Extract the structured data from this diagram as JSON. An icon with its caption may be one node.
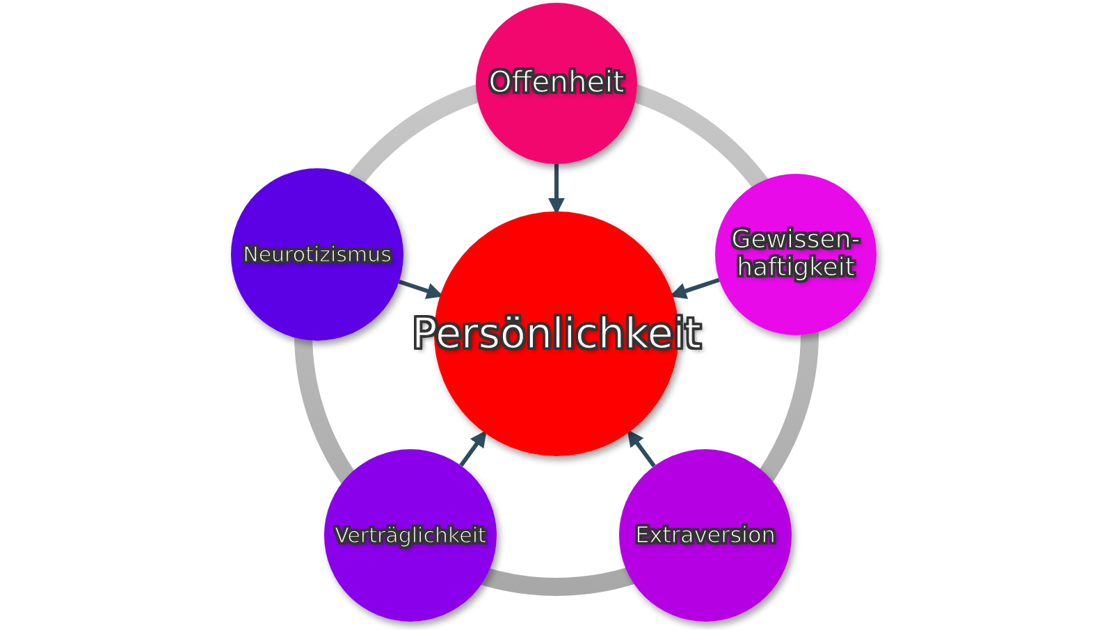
{
  "diagram": {
    "nodes": [
      {
        "text": [
          "Offenheit"
        ]
      },
      {
        "text": [
          "Neurotizismus"
        ]
      },
      {
        "text": [
          "Gewissen- haftigkeit"
        ]
      },
      {
        "text": [
          "Persönlichkeit"
        ]
      },
      {
        "text": [
          "Verträglichkeit"
        ]
      },
      {
        "text": [
          "Extraversion"
        ]
      }
    ],
    "edges": [
      {
        "from": 0,
        "to": 3,
        "arrow": "to"
      },
      {
        "from": 1,
        "to": 3,
        "arrow": "to"
      },
      {
        "from": 2,
        "to": 3,
        "arrow": "to"
      },
      {
        "from": 4,
        "to": 3,
        "arrow": "to"
      },
      {
        "from": 5,
        "to": 3,
        "arrow": "to"
      }
    ]
  }
}
